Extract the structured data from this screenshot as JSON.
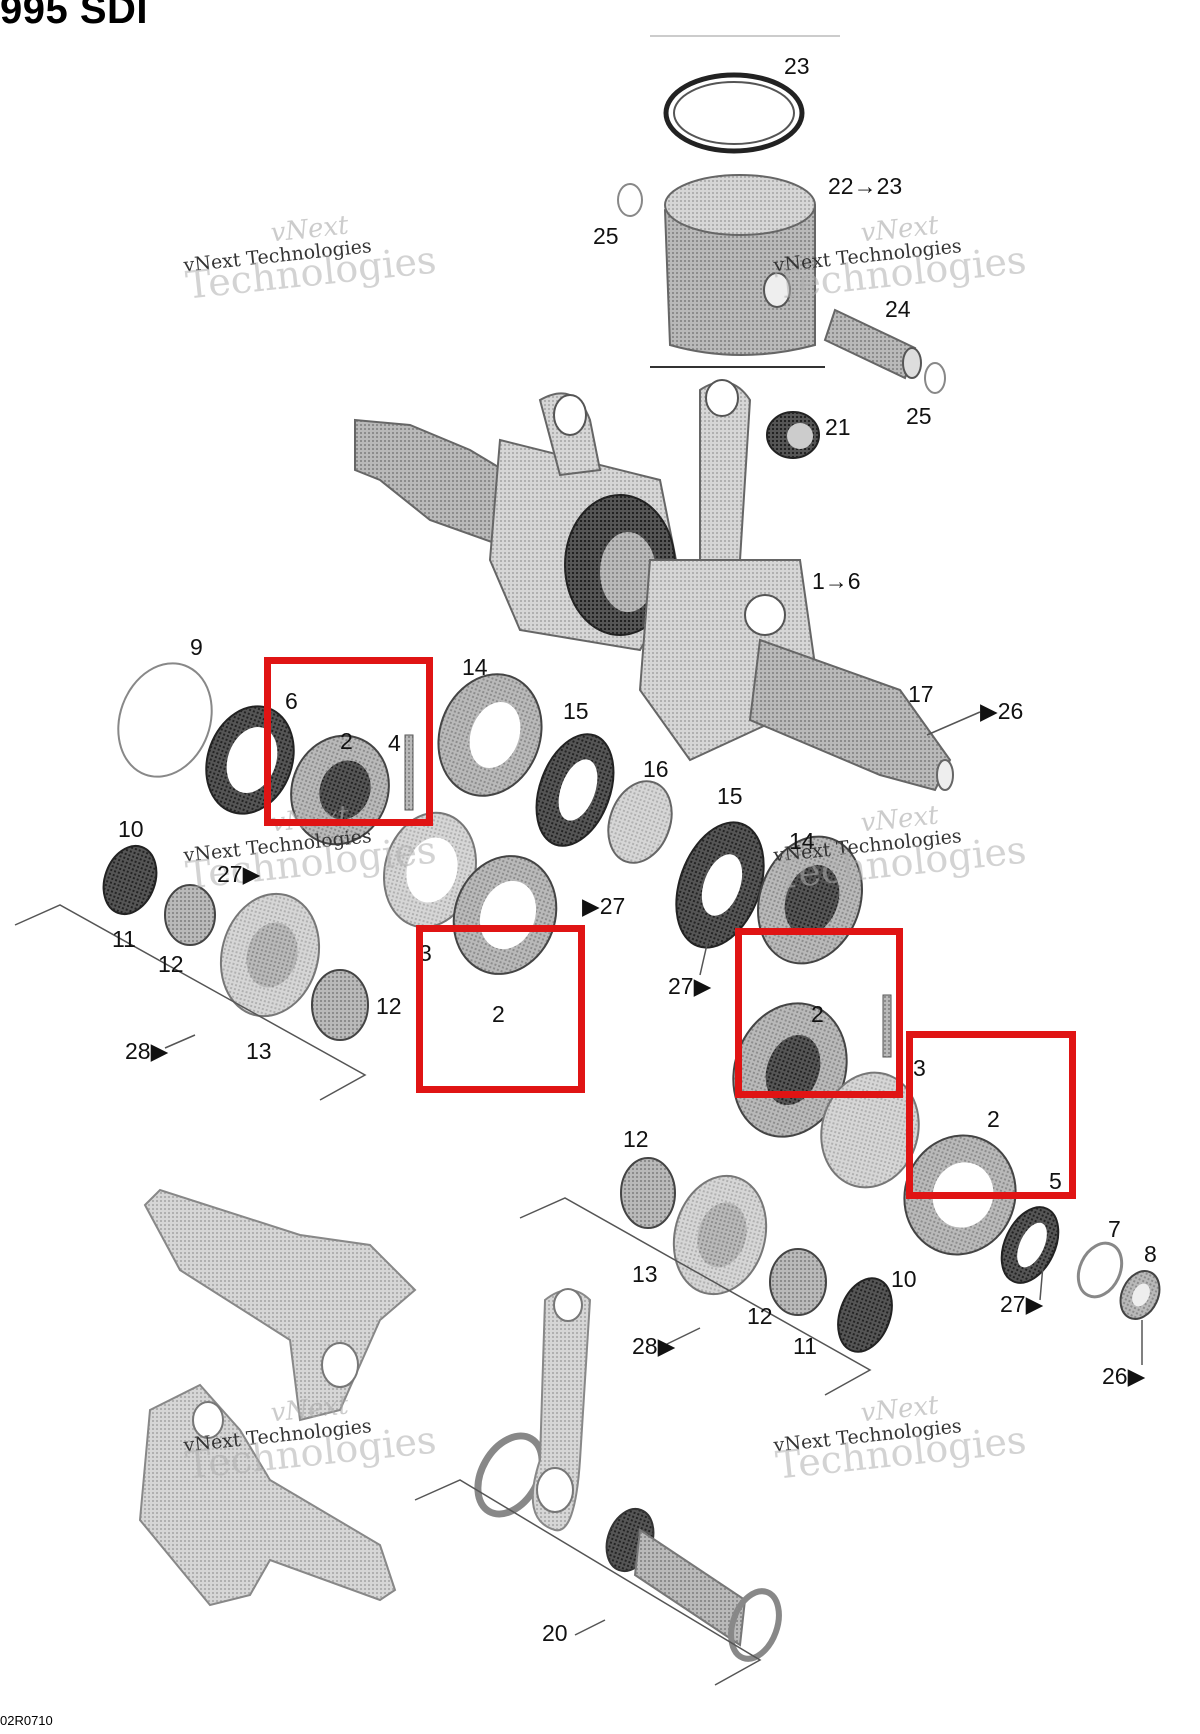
{
  "title": "995 SDI",
  "footer_code": "02R0710",
  "watermark": {
    "line1": "vNext",
    "line2": "vNext Technologies",
    "line3": "Technologies"
  },
  "highlight_color": "#e01414",
  "callouts": {
    "c23": "23",
    "c22_23": "22→23",
    "c25a": "25",
    "c24": "24",
    "c25b": "25",
    "c21": "21",
    "c1_6": "1→6",
    "c9": "9",
    "c6": "6",
    "c2a": "2",
    "c4": "4",
    "c14a": "14",
    "c15a": "15",
    "c16": "16",
    "c17": "17",
    "c26a": "▶26",
    "c15b": "15",
    "c14b": "14",
    "c10a": "10",
    "c27a": "27▶",
    "c27b": "▶27",
    "c11a": "11",
    "c12a": "12",
    "c3a": "3",
    "c2b": "2",
    "c27c": "27▶",
    "c2c": "2",
    "c12b": "12",
    "c28a": "28▶",
    "c13a": "13",
    "c3b": "3",
    "c2d": "2",
    "c5": "5",
    "c12c": "12",
    "c7": "7",
    "c8": "8",
    "c13b": "13",
    "c10b": "10",
    "c12d": "12",
    "c11b": "11",
    "c28b": "28▶",
    "c27d": "27▶",
    "c26b": "26▶",
    "c20": "20"
  }
}
